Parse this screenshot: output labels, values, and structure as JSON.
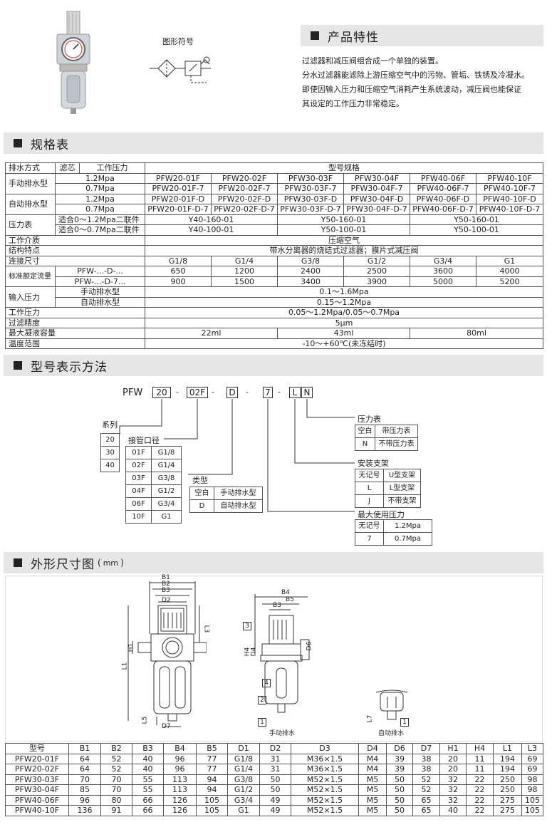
{
  "product": {
    "symbol_label": "图形符号"
  },
  "features": {
    "title": "产品特性",
    "lines": [
      "过滤器和减压阀组合成一个单独的装置。",
      "分水过滤器能滤除上游压缩空气中的污物、管垢、铁锈及冷凝水。",
      "即使因输入压力和压缩空气消耗产生系统波动，减压阀也能保证",
      "其设定的工作压力非常稳定。"
    ]
  },
  "spec": {
    "title": "规格表",
    "h_drain": "排水方式",
    "h_filter": "滤芯",
    "h_pressure": "工作压力",
    "h_models": "型号规格",
    "manual": "手动排水型",
    "auto": "自动排水型",
    "p12": "1.2Mpa",
    "p07": "0.7Mpa",
    "manual_12": [
      "PFW20-01F",
      "PFW20-02F",
      "PFW30-03F",
      "PFW30-04F",
      "PFW40-06F",
      "PFW40-10F"
    ],
    "manual_07": [
      "PFW20-01F-7",
      "PFW20-02F-7",
      "PFW30-03F-7",
      "PFW30-04F-7",
      "PFW40-06F-7",
      "PFW40-10F-7"
    ],
    "auto_12": [
      "PFW20-01F-D",
      "PFW20-02F-D",
      "PFW30-03F-D",
      "PFW30-04F-D",
      "PFW40-06F-D",
      "PFW40-10F-D"
    ],
    "auto_07": [
      "PFW20-01F-D-7",
      "PFW20-02F-D-7",
      "PFW30-03F-D-7",
      "PFW30-04F-D-7",
      "PFW40-06F-D-7",
      "PFW40-10F-D-7"
    ],
    "gauge": "压力表",
    "gauge_a": "适合0～1.2Mpa二联件",
    "gauge_b": "适合0～0.7Mpa二联件",
    "gauge_a_vals": [
      "Y40-160-01",
      "Y50-160-01",
      "Y50-160-01"
    ],
    "gauge_b_vals": [
      "Y40-100-01",
      "Y50-100-01",
      "Y50-100-01"
    ],
    "medium": "工作介质",
    "medium_val": "压缩空气",
    "structure": "结构特点",
    "structure_val": "带水分离器的烧结式过滤器；膜片式减压阀",
    "conn": "连接尺寸",
    "conn_vals": [
      "G1/8",
      "G1/4",
      "G3/8",
      "G1/2",
      "G3/4",
      "G1"
    ],
    "flow": "标准额定流量",
    "flow_a": "PFW-...-D-...",
    "flow_a_vals": [
      "650",
      "1200",
      "2400",
      "2500",
      "3600",
      "4000"
    ],
    "flow_b": "PFW-...-D-7...",
    "flow_b_vals": [
      "900",
      "1500",
      "3400",
      "3900",
      "5000",
      "5200"
    ],
    "inp": "输入压力",
    "inp_manual": "手动排水型",
    "inp_manual_val": "0.1～1.6Mpa",
    "inp_auto": "自动排水型",
    "inp_auto_val": "0.15～1.2Mpa",
    "wp": "工作压力",
    "wp_val": "0.05～1.2Mpa/0.05～0.7Mpa",
    "fa": "过滤精度",
    "fa_val": "5μm",
    "cond": "最大凝液容量",
    "cond_vals": [
      "22ml",
      "43ml",
      "80ml"
    ],
    "temp": "温度范围",
    "temp_val": "-10～+60℃(未冻结时)"
  },
  "model_method": {
    "title": "型号表示方法",
    "code": {
      "prefix": "PFW",
      "size": "20",
      "dash1": "-",
      "port": "02F",
      "dash2": "-",
      "drain": "D",
      "dash3": "-",
      "pressure": "7",
      "dash4": "-",
      "bracket": "L",
      "gauge": "N"
    },
    "series_label": "系列",
    "series": [
      "20",
      "30",
      "40"
    ],
    "port_label": "接管口径",
    "ports": [
      [
        "01F",
        "G1/8"
      ],
      [
        "02F",
        "G1/4"
      ],
      [
        "03F",
        "G3/8"
      ],
      [
        "04F",
        "G1/2"
      ],
      [
        "06F",
        "G3/4"
      ],
      [
        "10F",
        "G1"
      ]
    ],
    "type_label": "类型",
    "types": [
      [
        "空白",
        "手动排水型"
      ],
      [
        "D",
        "自动排水型"
      ]
    ],
    "gauge_label": "压力表",
    "gauges": [
      [
        "空白",
        "带压力表"
      ],
      [
        "N",
        "不带压力表"
      ]
    ],
    "bracket_label": "安装支架",
    "brackets": [
      [
        "无记号",
        "U型支架"
      ],
      [
        "L",
        "L型支架"
      ],
      [
        "J",
        "不带支架"
      ]
    ],
    "maxp_label": "最大使用压力",
    "maxp": [
      [
        "无记号",
        "1.2Mpa"
      ],
      [
        "7",
        "0.7Mpa"
      ]
    ]
  },
  "dimensions": {
    "title": "外形尺寸图",
    "unit": "mm",
    "labels": {
      "B1": "B1",
      "B2": "B2",
      "B3": "B3",
      "D2": "D2",
      "L3": "L3",
      "H1": "H1",
      "L1": "L1",
      "D7": "D7",
      "L5": "L5",
      "B4": "B4",
      "B5": "B5",
      "H4": "H4",
      "D4": "D4",
      "D6": "D6",
      "L7": "L7"
    },
    "callouts": [
      "3",
      "4",
      "2",
      "1",
      "1"
    ],
    "manual": "手动排水",
    "auto": "自动排水",
    "headers": [
      "型号",
      "B1",
      "B2",
      "B3",
      "B4",
      "B5",
      "D1",
      "D2",
      "D3",
      "D4",
      "D6",
      "D7",
      "H1",
      "H4",
      "L1",
      "L3"
    ],
    "rows": [
      [
        "PFW20-01F",
        "64",
        "52",
        "40",
        "96",
        "77",
        "G1/8",
        "31",
        "M36×1.5",
        "M4",
        "39",
        "38",
        "20",
        "11",
        "194",
        "69"
      ],
      [
        "PFW20-02F",
        "64",
        "52",
        "40",
        "96",
        "77",
        "G1/4",
        "31",
        "M36×1.5",
        "M4",
        "39",
        "38",
        "20",
        "11",
        "194",
        "69"
      ],
      [
        "PFW30-03F",
        "70",
        "70",
        "55",
        "113",
        "94",
        "G3/8",
        "50",
        "M52×1.5",
        "M5",
        "50",
        "52",
        "32",
        "22",
        "250",
        "98"
      ],
      [
        "PFW30-04F",
        "85",
        "70",
        "55",
        "113",
        "94",
        "G1/2",
        "50",
        "M52×1.5",
        "M5",
        "50",
        "52",
        "32",
        "22",
        "250",
        "98"
      ],
      [
        "PFW40-06F",
        "96",
        "80",
        "66",
        "126",
        "105",
        "G3/4",
        "49",
        "M52×1.5",
        "M5",
        "50",
        "65",
        "32",
        "22",
        "275",
        "105"
      ],
      [
        "PFW40-10F",
        "136",
        "91",
        "66",
        "126",
        "105",
        "G1",
        "49",
        "M52×1.5",
        "M5",
        "50",
        "65",
        "40",
        "22",
        "275",
        "105"
      ]
    ]
  }
}
